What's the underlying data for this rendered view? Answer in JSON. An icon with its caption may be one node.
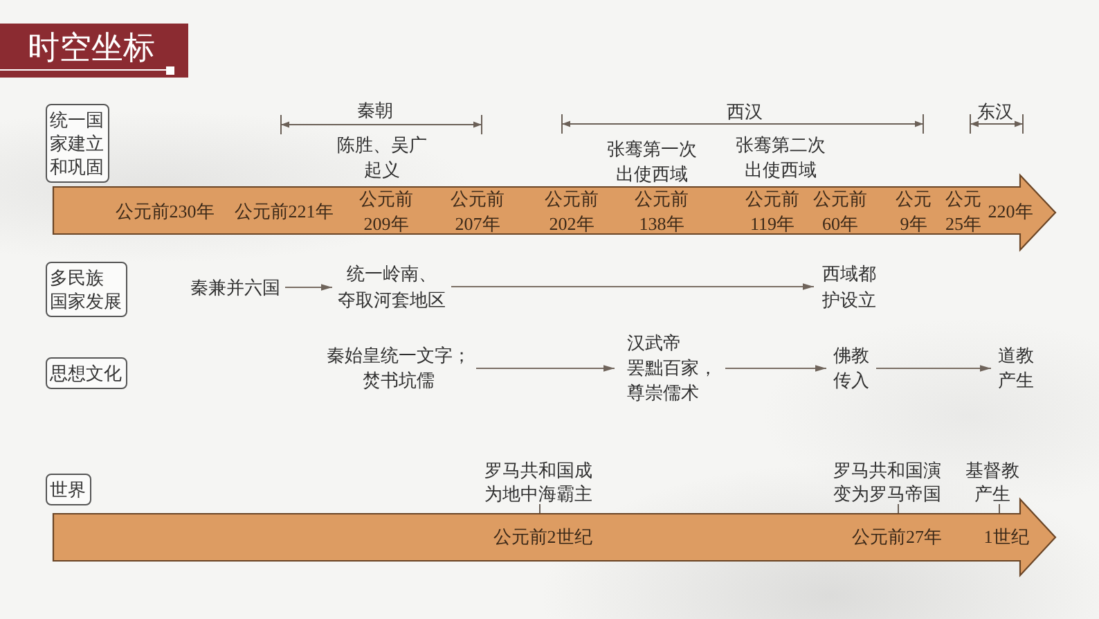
{
  "diagram": {
    "title": "时空坐标",
    "nodes": [
      {
        "text": [
          "统一国家建立和巩固"
        ]
      },
      {
        "text": [
          "公元前230年",
          "公元前221年",
          "公元前209年",
          "公元前207年",
          "公元前202年",
          "公元前138年",
          "公元前119年",
          "公元前60年",
          "公元9年",
          "公元25年",
          "220年"
        ]
      },
      {
        "text": [
          "多民族国家发展"
        ]
      },
      {
        "text": [
          "秦兼并六国"
        ]
      },
      {
        "text": [
          "统一岭南、夺取河套地区"
        ]
      },
      {
        "text": [
          "西域都护设立"
        ]
      },
      {
        "text": [
          "思想文化"
        ]
      },
      {
        "text": [
          "秦始皇统一文字；焚书坑儒"
        ]
      },
      {
        "text": [
          "汉武帝罢黜百家，尊崇儒术"
        ]
      },
      {
        "text": [
          "佛教传入"
        ]
      },
      {
        "text": [
          "道教产生"
        ]
      },
      {
        "text": [
          "世界"
        ]
      },
      {
        "text": [
          "公元前2世纪",
          "公元前27年",
          "1世纪"
        ]
      }
    ],
    "edges": [
      {
        "from": 3,
        "to": 4,
        "arrow": "to"
      },
      {
        "from": 4,
        "to": 5,
        "arrow": "to"
      },
      {
        "from": 7,
        "to": 8,
        "arrow": "to"
      },
      {
        "from": 8,
        "to": 9,
        "arrow": "to"
      },
      {
        "from": 9,
        "to": 10,
        "arrow": "to"
      }
    ],
    "labels": [
      "秦朝",
      "西汉",
      "东汉",
      "陈胜、吴广起义",
      "张骞第一次出使西域",
      "张骞第二次出使西域",
      "罗马共和国成为地中海霸主",
      "罗马共和国演变为罗马帝国",
      "基督教产生"
    ]
  }
}
